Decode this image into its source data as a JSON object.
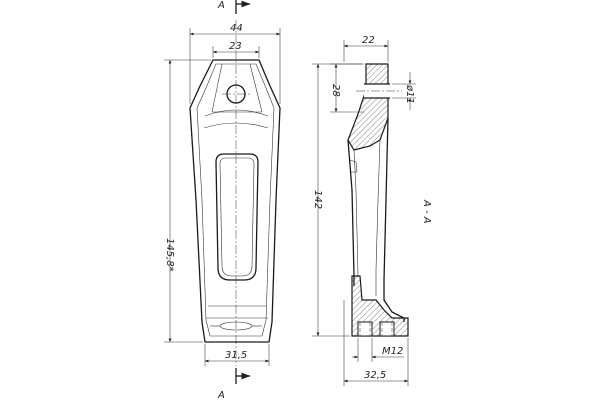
{
  "section_marks": {
    "top": "A",
    "bottom": "A",
    "side_label": "A - A"
  },
  "front_view": {
    "dim_overall_width": "44",
    "dim_head_width": "23",
    "dim_total_height": "145,8*",
    "dim_base_width": "31,5"
  },
  "section_view": {
    "dim_head_depth": "22",
    "dim_hole_offset": "28",
    "dim_hole_diameter": "ø11",
    "dim_body_height": "142",
    "dim_thread": "M12",
    "dim_base_depth": "32,5"
  }
}
